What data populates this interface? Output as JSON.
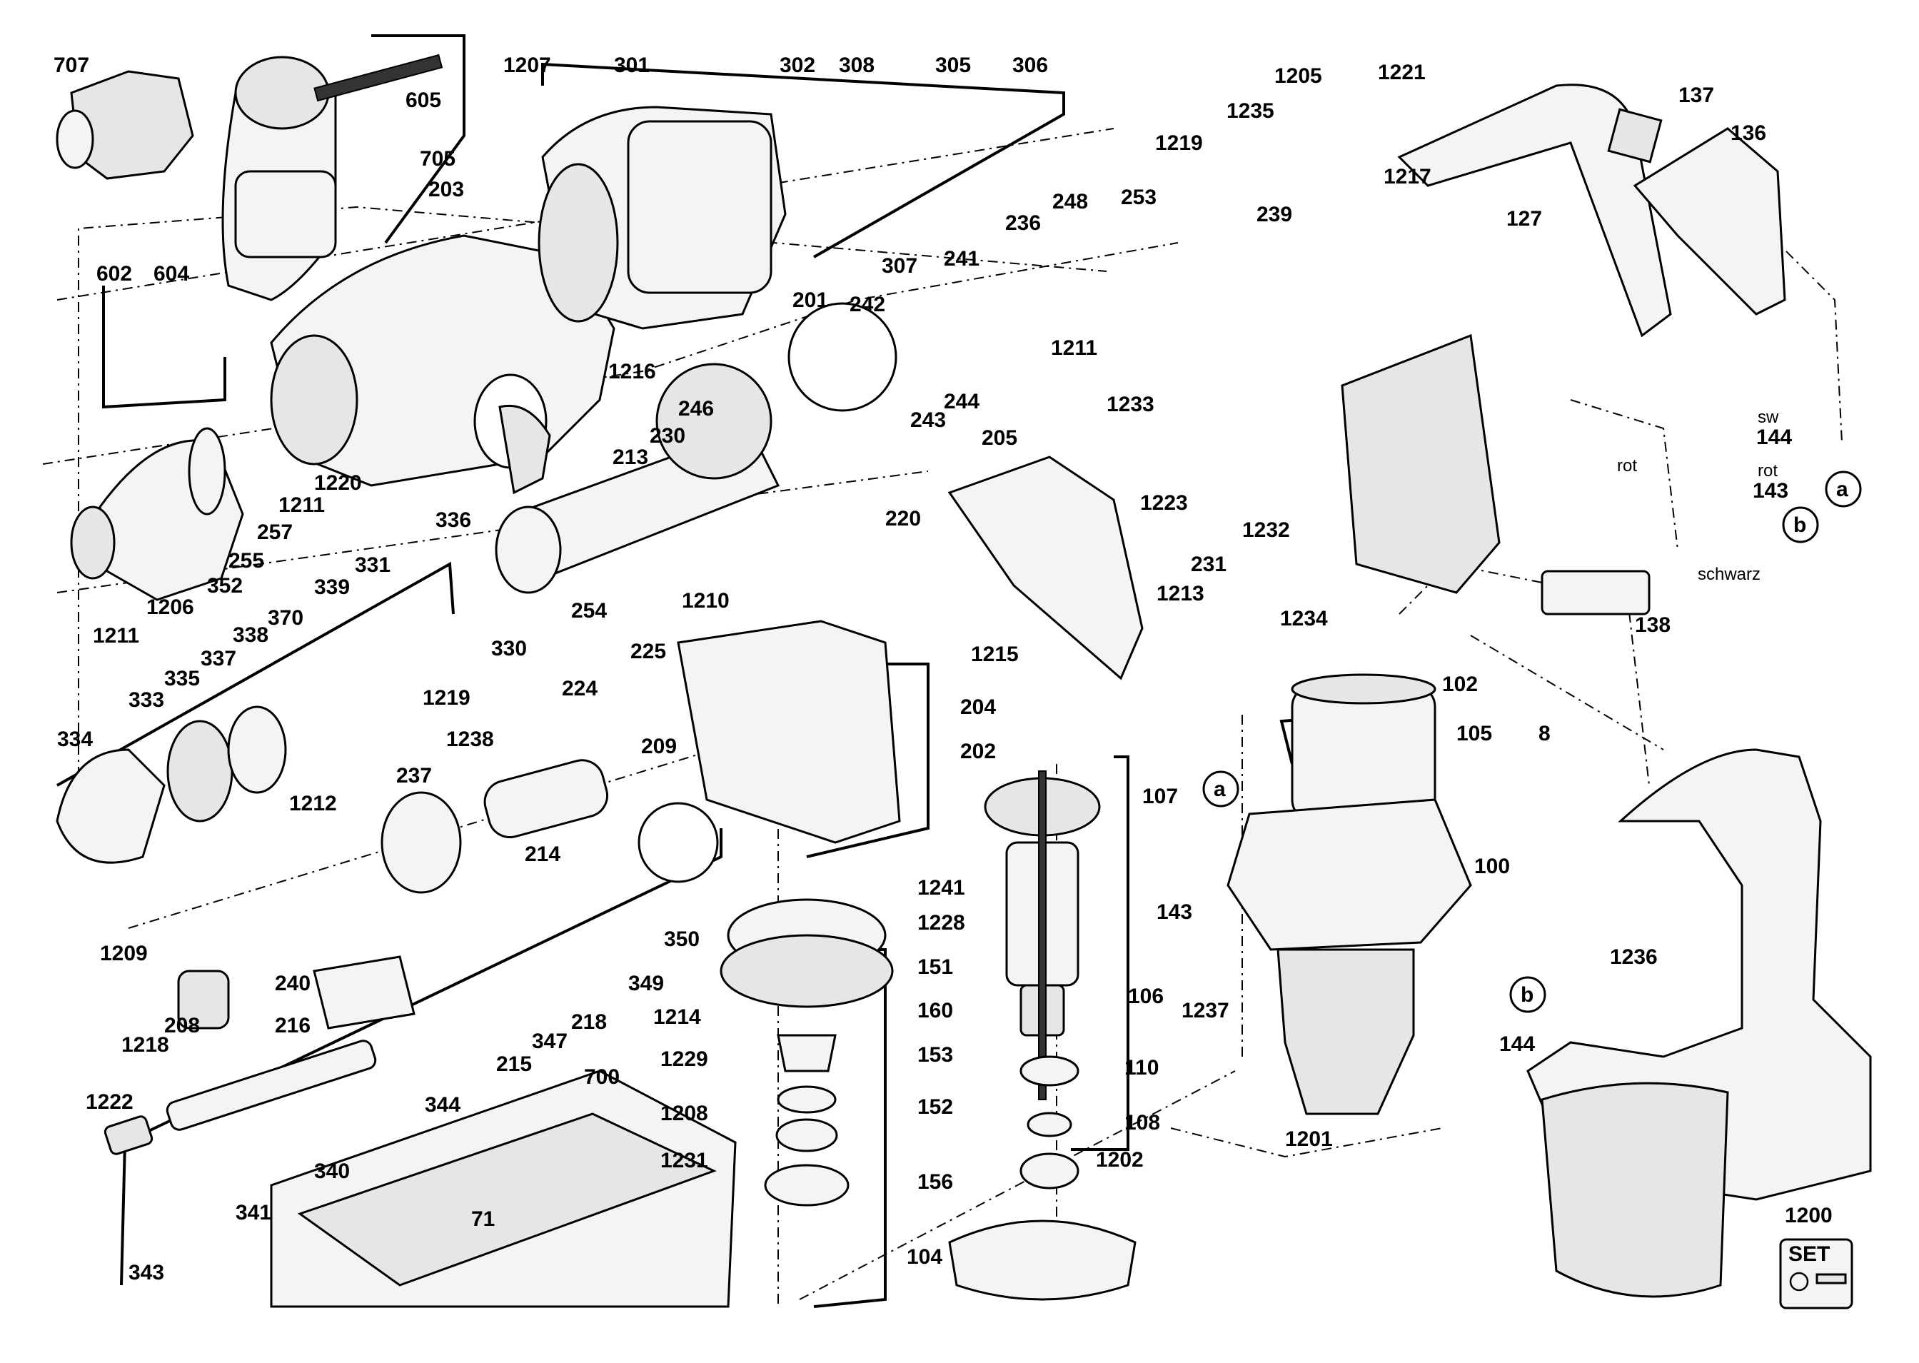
{
  "diagram": {
    "labels": [
      {
        "id": "p707",
        "text": "707"
      },
      {
        "id": "p605",
        "text": "605"
      },
      {
        "id": "p705",
        "text": "705"
      },
      {
        "id": "p203",
        "text": "203"
      },
      {
        "id": "p602",
        "text": "602"
      },
      {
        "id": "p604",
        "text": "604"
      },
      {
        "id": "p1207",
        "text": "1207"
      },
      {
        "id": "p301",
        "text": "301"
      },
      {
        "id": "p302",
        "text": "302"
      },
      {
        "id": "p308",
        "text": "308"
      },
      {
        "id": "p305",
        "text": "305"
      },
      {
        "id": "p306",
        "text": "306"
      },
      {
        "id": "p307",
        "text": "307"
      },
      {
        "id": "p201",
        "text": "201"
      },
      {
        "id": "p1205",
        "text": "1205"
      },
      {
        "id": "p1221",
        "text": "1221"
      },
      {
        "id": "p1235",
        "text": "1235"
      },
      {
        "id": "p1219a",
        "text": "1219"
      },
      {
        "id": "p1217",
        "text": "1217"
      },
      {
        "id": "p253",
        "text": "253"
      },
      {
        "id": "p239",
        "text": "239"
      },
      {
        "id": "p248",
        "text": "248"
      },
      {
        "id": "p236",
        "text": "236"
      },
      {
        "id": "p241",
        "text": "241"
      },
      {
        "id": "p242",
        "text": "242"
      },
      {
        "id": "p1211a",
        "text": "1211"
      },
      {
        "id": "p1216",
        "text": "1216"
      },
      {
        "id": "p213",
        "text": "213"
      },
      {
        "id": "p246",
        "text": "246"
      },
      {
        "id": "p230",
        "text": "230"
      },
      {
        "id": "p243",
        "text": "243"
      },
      {
        "id": "p244",
        "text": "244"
      },
      {
        "id": "p137",
        "text": "137"
      },
      {
        "id": "p136",
        "text": "136"
      },
      {
        "id": "p127",
        "text": "127"
      },
      {
        "id": "p1220",
        "text": "1220"
      },
      {
        "id": "p1211b",
        "text": "1211"
      },
      {
        "id": "p257",
        "text": "257"
      },
      {
        "id": "p255",
        "text": "255"
      },
      {
        "id": "p352",
        "text": "352"
      },
      {
        "id": "p1206",
        "text": "1206"
      },
      {
        "id": "p1211c",
        "text": "1211"
      },
      {
        "id": "p336",
        "text": "336"
      },
      {
        "id": "p331",
        "text": "331"
      },
      {
        "id": "p339",
        "text": "339"
      },
      {
        "id": "p370",
        "text": "370"
      },
      {
        "id": "p338",
        "text": "338"
      },
      {
        "id": "p337",
        "text": "337"
      },
      {
        "id": "p335",
        "text": "335"
      },
      {
        "id": "p333",
        "text": "333"
      },
      {
        "id": "p334",
        "text": "334"
      },
      {
        "id": "p330",
        "text": "330"
      },
      {
        "id": "p1219b",
        "text": "1219"
      },
      {
        "id": "p254",
        "text": "254"
      },
      {
        "id": "p1233",
        "text": "1233"
      },
      {
        "id": "p205",
        "text": "205"
      },
      {
        "id": "p1223",
        "text": "1223"
      },
      {
        "id": "p1232",
        "text": "1232"
      },
      {
        "id": "p231",
        "text": "231"
      },
      {
        "id": "p1234",
        "text": "1234"
      },
      {
        "id": "p1213",
        "text": "1213"
      },
      {
        "id": "p220",
        "text": "220"
      },
      {
        "id": "p1210",
        "text": "1210"
      },
      {
        "id": "p1215",
        "text": "1215"
      },
      {
        "id": "p225",
        "text": "225"
      },
      {
        "id": "p224",
        "text": "224"
      },
      {
        "id": "p209",
        "text": "209"
      },
      {
        "id": "p1238",
        "text": "1238"
      },
      {
        "id": "p204",
        "text": "204"
      },
      {
        "id": "p202",
        "text": "202"
      },
      {
        "id": "p237",
        "text": "237"
      },
      {
        "id": "p1212",
        "text": "1212"
      },
      {
        "id": "p214",
        "text": "214"
      },
      {
        "id": "p1209",
        "text": "1209"
      },
      {
        "id": "p240",
        "text": "240"
      },
      {
        "id": "p208",
        "text": "208"
      },
      {
        "id": "p1218",
        "text": "1218"
      },
      {
        "id": "p216",
        "text": "216"
      },
      {
        "id": "p350",
        "text": "350"
      },
      {
        "id": "p349",
        "text": "349"
      },
      {
        "id": "p218",
        "text": "218"
      },
      {
        "id": "p347",
        "text": "347"
      },
      {
        "id": "p215",
        "text": "215"
      },
      {
        "id": "p344",
        "text": "344"
      },
      {
        "id": "p1241",
        "text": "1241"
      },
      {
        "id": "p1228",
        "text": "1228"
      },
      {
        "id": "p151",
        "text": "151"
      },
      {
        "id": "p160",
        "text": "160"
      },
      {
        "id": "p1214",
        "text": "1214"
      },
      {
        "id": "p1229",
        "text": "1229"
      },
      {
        "id": "p153",
        "text": "153"
      },
      {
        "id": "p1208",
        "text": "1208"
      },
      {
        "id": "p152",
        "text": "152"
      },
      {
        "id": "p1231",
        "text": "1231"
      },
      {
        "id": "p156",
        "text": "156"
      },
      {
        "id": "p1222",
        "text": "1222"
      },
      {
        "id": "p700",
        "text": "700"
      },
      {
        "id": "p340",
        "text": "340"
      },
      {
        "id": "p341",
        "text": "341"
      },
      {
        "id": "p343",
        "text": "343"
      },
      {
        "id": "p71",
        "text": "71"
      },
      {
        "id": "p107",
        "text": "107"
      },
      {
        "id": "p106",
        "text": "106"
      },
      {
        "id": "p110",
        "text": "110"
      },
      {
        "id": "p108",
        "text": "108"
      },
      {
        "id": "p1202",
        "text": "1202"
      },
      {
        "id": "p104",
        "text": "104"
      },
      {
        "id": "p102",
        "text": "102"
      },
      {
        "id": "p105",
        "text": "105"
      },
      {
        "id": "p8",
        "text": "8"
      },
      {
        "id": "p100",
        "text": "100"
      },
      {
        "id": "p143b",
        "text": "143"
      },
      {
        "id": "p1237",
        "text": "1237"
      },
      {
        "id": "p144b",
        "text": "144"
      },
      {
        "id": "p1201",
        "text": "1201"
      },
      {
        "id": "p1236",
        "text": "1236"
      },
      {
        "id": "p138",
        "text": "138"
      },
      {
        "id": "p1200",
        "text": "1200"
      },
      {
        "id": "p144a",
        "text": "144"
      },
      {
        "id": "p143a",
        "text": "143"
      }
    ],
    "wire_labels": {
      "sw": "sw",
      "rot1": "rot",
      "rot2": "rot",
      "schwarz": "schwarz"
    },
    "markers": {
      "a1": "a",
      "b1": "b",
      "a2": "a",
      "b2": "b"
    },
    "set_badge": "SET"
  }
}
